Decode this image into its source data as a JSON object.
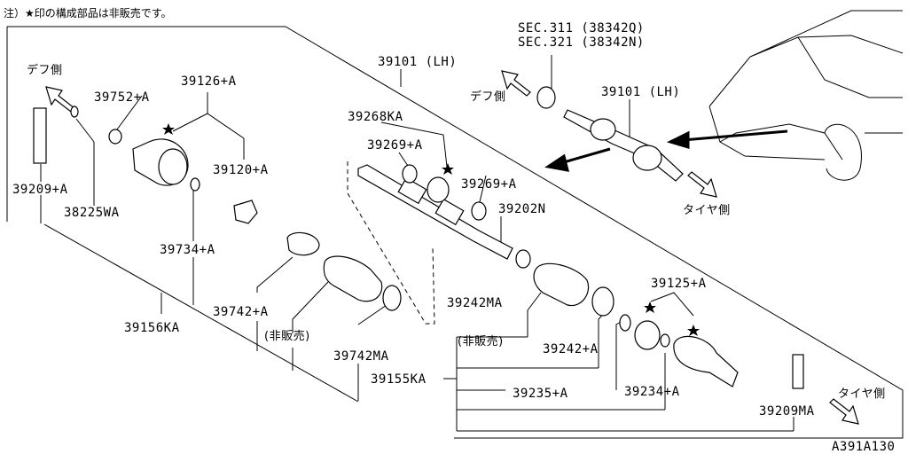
{
  "note": "注）★印の構成部品は非販売です。",
  "diagram_code": "A391A130",
  "directions": {
    "diff_side_left": "デフ側",
    "diff_side_inset": "デフ側",
    "tire_side_inset": "タイヤ側",
    "tire_side_right": "タイヤ側"
  },
  "sec_refs": [
    "SEC.311 (38342Q)",
    "SEC.321 (38342N)"
  ],
  "parts": {
    "p39101_main": "39101 (LH)",
    "p39101_inset": "39101 (LH)",
    "p39752": "39752+A",
    "p39126": "39126+A",
    "p39120": "39120+A",
    "p39209A": "39209+A",
    "p38225": "38225WA",
    "p39734": "39734+A",
    "p39742A": "39742+A",
    "p39742MA": "39742MA",
    "p39156": "39156KA",
    "p39268": "39268KA",
    "p39269a": "39269+A",
    "p39269b": "39269+A",
    "p39202": "39202N",
    "p39242MA": "39242MA",
    "p39242A": "39242+A",
    "p39125": "39125+A",
    "p39235": "39235+A",
    "p39234": "39234+A",
    "p39155": "39155KA",
    "p39209MA": "39209MA"
  },
  "not_sold_a": "(非販売)",
  "not_sold_b": "(非販売)",
  "star_marker": "★"
}
